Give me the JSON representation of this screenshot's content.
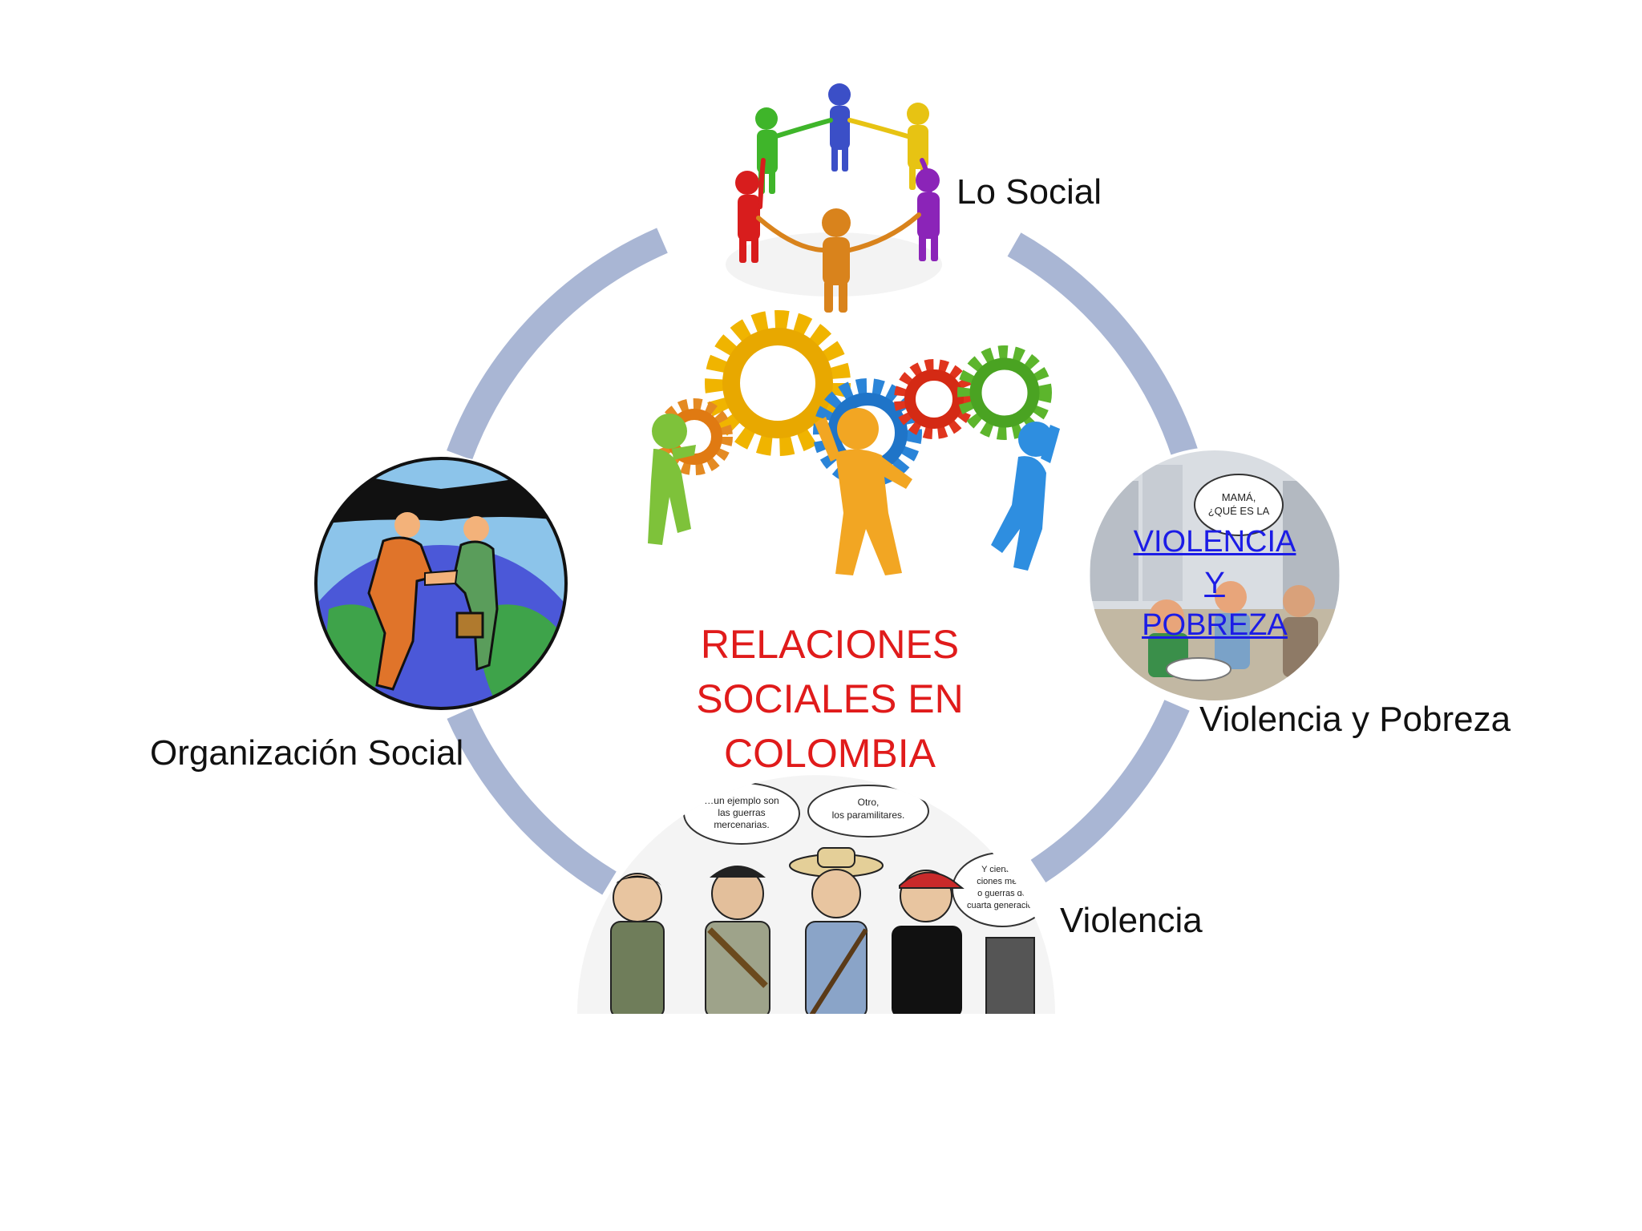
{
  "diagram": {
    "center_title_lines": [
      "RELACIONES",
      "SOCIALES EN",
      "COLOMBIA"
    ],
    "nodes": {
      "lo_social": {
        "label": "Lo Social"
      },
      "violencia_pobreza": {
        "label": "Violencia y Pobreza",
        "link_lines": [
          "VIOLENCIA",
          "Y",
          "POBREZA"
        ]
      },
      "violencia": {
        "label": "Violencia"
      },
      "organizacion_social": {
        "label": "Organización Social"
      }
    },
    "comic_bubbles": {
      "left": [
        "…un ejemplo son",
        "las guerras",
        "mercenarias."
      ],
      "mid": [
        "Otro,",
        "los paramilitares."
      ],
      "right": [
        "Y ciertas o",
        "ciones medill",
        "o guerras de",
        "cuarta generación"
      ],
      "poverty": [
        "MAMÁ,",
        "¿QUÉ ES LA"
      ]
    }
  },
  "colors": {
    "ring": "#a9b6d4",
    "title": "#e01b1b",
    "link": "#1c1ce6"
  }
}
